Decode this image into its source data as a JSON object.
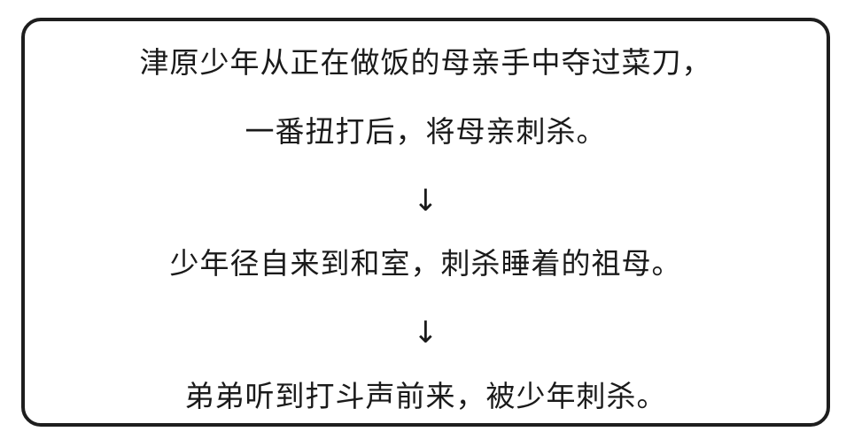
{
  "steps": [
    {
      "lines": [
        "津原少年从正在做饭的母亲手中夺过菜刀，",
        "一番扭打后，将母亲刺杀。"
      ]
    },
    {
      "lines": [
        "少年径自来到和室，刺杀睡着的祖母。"
      ]
    },
    {
      "lines": [
        "弟弟听到打斗声前来，被少年刺杀。"
      ]
    }
  ],
  "arrow_glyph": "↓",
  "colors": {
    "border": "#1e1e1e",
    "text": "#1a1a1a",
    "background": "#ffffff"
  }
}
